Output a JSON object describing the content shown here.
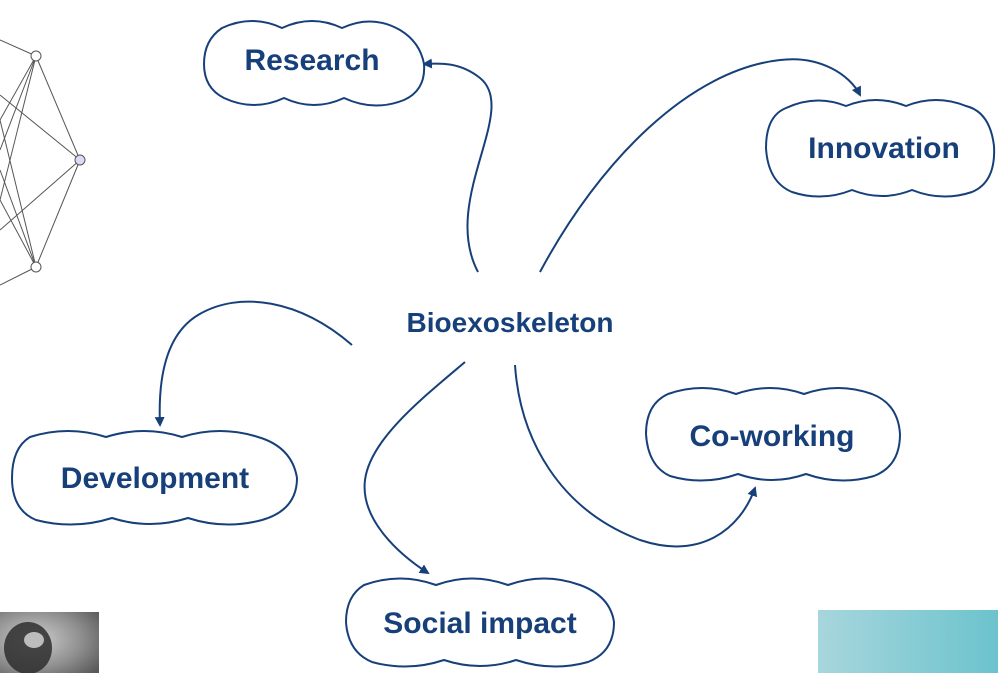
{
  "colors": {
    "primary": "#17407a",
    "network_stroke": "#555555",
    "network_node_fill": "#ffffff",
    "network_center_fill": "#d8dcf5",
    "teal_gradient_start": "#a7d6dc",
    "teal_gradient_end": "#6cc3cd",
    "photo_background": "#a7a7a7"
  },
  "diagram": {
    "center": "Bioexoskeleton",
    "nodes": {
      "research": "Research",
      "innovation": "Innovation",
      "development": "Development",
      "coworking": "Co-working",
      "social_impact": "Social impact"
    }
  },
  "decorations": {
    "network_graph_icon": "network-graph-icon",
    "photo_thumbnail": "grayscale-photo",
    "teal_block": "teal-gradient-block"
  }
}
